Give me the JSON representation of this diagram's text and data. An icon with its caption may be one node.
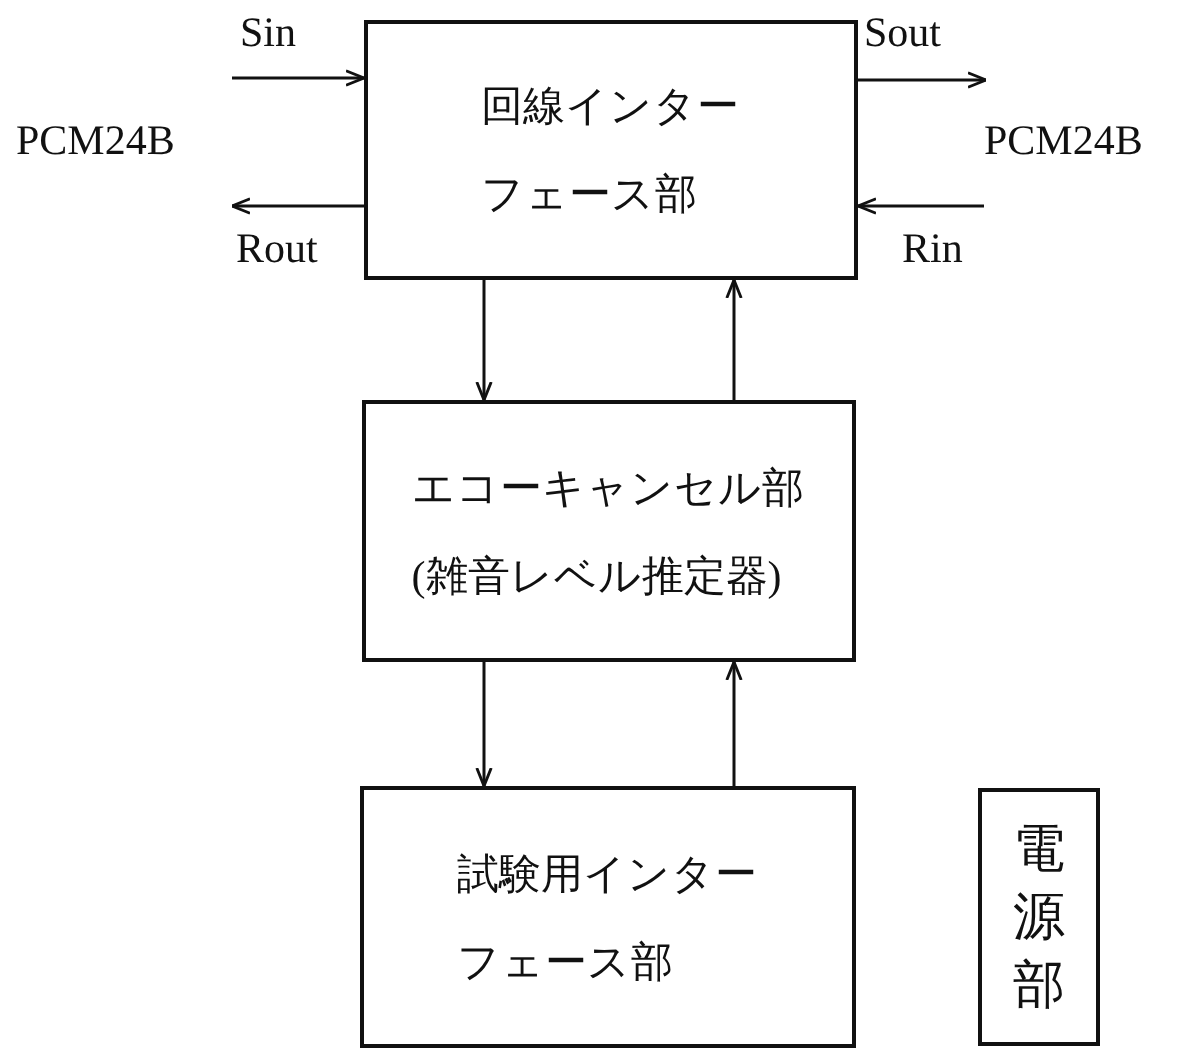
{
  "diagram": {
    "nodes": [
      {
        "text": [
          "回線インターフェース部"
        ]
      },
      {
        "text": [
          "エコーキャンセル部(雑音レベル推定器)"
        ]
      },
      {
        "text": [
          "試験用インターフェース部"
        ]
      },
      {
        "text": [
          "電源部"
        ]
      }
    ],
    "edges": [
      {
        "from": null,
        "to": 0,
        "arrow": "to",
        "label": "Sin"
      },
      {
        "from": 0,
        "to": null,
        "arrow": "to",
        "label": "Sout"
      },
      {
        "from": 0,
        "to": null,
        "arrow": "to",
        "label": "Rout"
      },
      {
        "from": null,
        "to": 0,
        "arrow": "to",
        "label": "Rin"
      },
      {
        "from": 0,
        "to": 1,
        "arrow": "to"
      },
      {
        "from": 1,
        "to": 0,
        "arrow": "to"
      },
      {
        "from": 1,
        "to": 2,
        "arrow": "to"
      },
      {
        "from": 2,
        "to": 1,
        "arrow": "to"
      }
    ],
    "labels": [
      "PCM24B",
      "PCM24B"
    ]
  }
}
